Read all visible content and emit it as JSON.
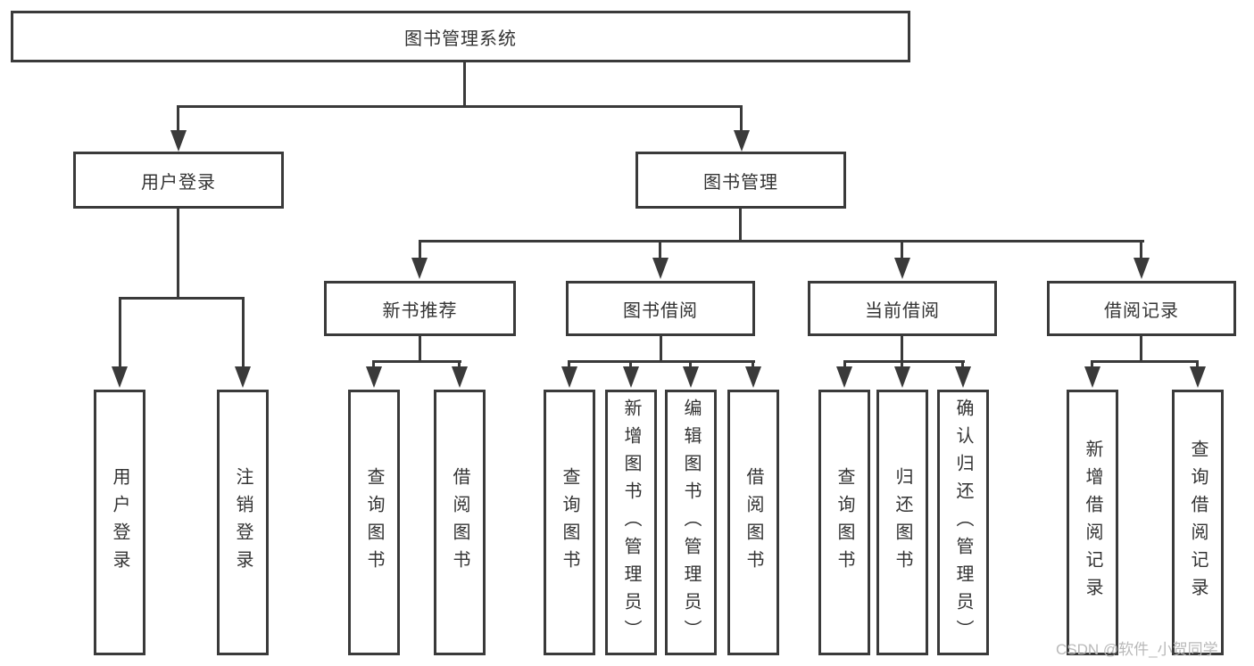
{
  "diagram": {
    "root": {
      "label": "图书管理系统"
    },
    "l2": [
      {
        "label": "用户登录"
      },
      {
        "label": "图书管理"
      }
    ],
    "l3": [
      {
        "label": "新书推荐"
      },
      {
        "label": "图书借阅"
      },
      {
        "label": "当前借阅"
      },
      {
        "label": "借阅记录"
      }
    ],
    "l4": {
      "login": [
        "用户登录",
        "注销登录"
      ],
      "recommend": [
        "查询图书",
        "借阅图书"
      ],
      "borrow": [
        "查询图书",
        "新增图书（管理员）",
        "编辑图书（管理员）",
        "借阅图书"
      ],
      "current": [
        "查询图书",
        "归还图书",
        "确认归还（管理员）"
      ],
      "records": [
        "新增借阅记录",
        "查询借阅记录"
      ]
    }
  },
  "watermark": {
    "text": "CSDN @软件_小贺同学"
  },
  "colors": {
    "line": "#3a3a3a",
    "text": "#333333",
    "watermark": "#b9b9b9",
    "background": "#ffffff"
  }
}
